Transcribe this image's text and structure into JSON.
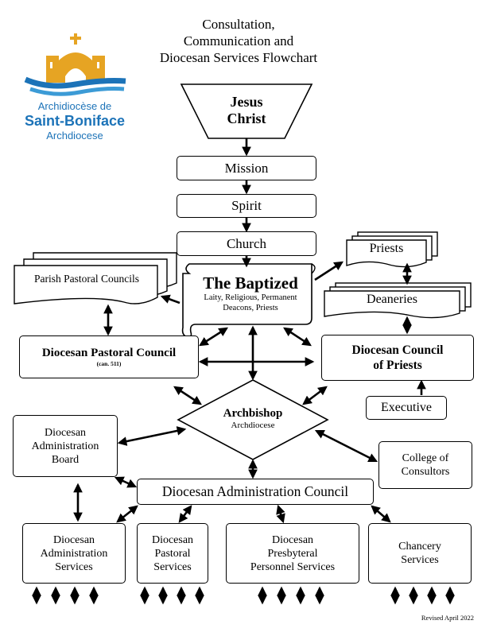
{
  "title": {
    "line1": "Consultation,",
    "line2": "Communication and",
    "line3": "Diocesan Services Flowchart"
  },
  "logo": {
    "icon": "cathedral-facade-icon",
    "line1": "Archidiocèse de",
    "line2": "Saint-Boniface",
    "line3": "Archdiocese",
    "colors": {
      "gold": "#e6a423",
      "blue": "#1c73b8"
    }
  },
  "nodes": {
    "jesus_christ": {
      "line1": "Jesus",
      "line2": "Christ"
    },
    "mission": "Mission",
    "spirit": "Spirit",
    "church": "Church",
    "baptized": {
      "title": "The Baptized",
      "subtitle_line1": "Laity, Religious, Permanent",
      "subtitle_line2": "Deacons, Priests"
    },
    "parish_pastoral_councils": "Parish Pastoral Councils",
    "priests": "Priests",
    "deaneries": "Deaneries",
    "diocesan_pastoral_council": {
      "title": "Diocesan Pastoral Council",
      "note": "(can. 511)"
    },
    "diocesan_council_of_priests": {
      "line1": "Diocesan Council",
      "line2": "of Priests"
    },
    "executive": "Executive",
    "archbishop": {
      "title": "Archbishop",
      "subtitle": "Archdiocese"
    },
    "diocesan_administration_board": {
      "line1": "Diocesan",
      "line2": "Administration",
      "line3": "Board"
    },
    "college_of_consultors": {
      "line1": "College of",
      "line2": "Consultors"
    },
    "diocesan_administration_council": "Diocesan Administration Council",
    "diocesan_administration_services": {
      "line1": "Diocesan",
      "line2": "Administration",
      "line3": "Services"
    },
    "diocesan_pastoral_services": {
      "line1": "Diocesan",
      "line2": "Pastoral",
      "line3": "Services"
    },
    "presbyteral_personnel_services": {
      "line1": "Diocesan",
      "line2": "Presbyteral",
      "line3": "Personnel Services"
    },
    "chancery_services": {
      "line1": "Chancery",
      "line2": "Services"
    }
  },
  "revised": "Revised April 2022"
}
